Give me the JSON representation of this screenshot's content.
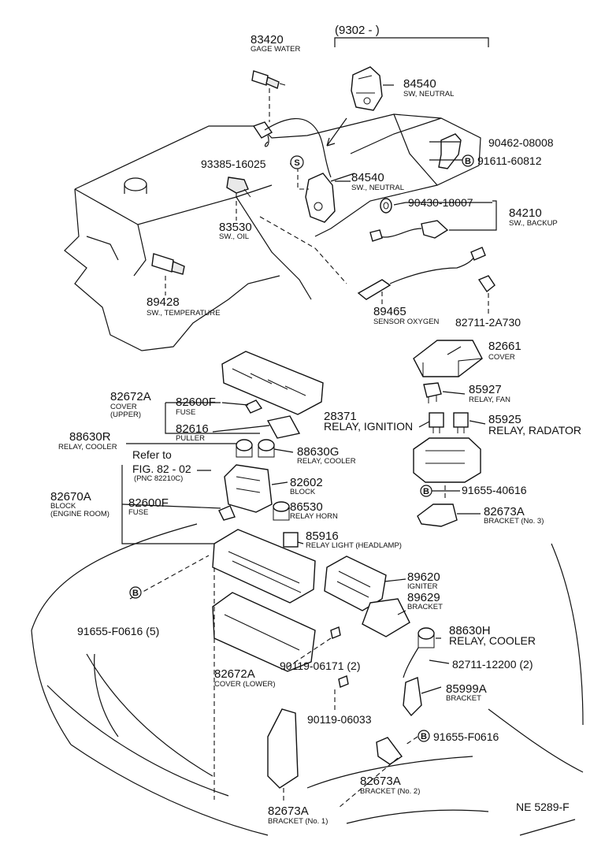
{
  "parts": [
    {
      "id": "p83420",
      "number": "83420",
      "desc": "GAGE WATER"
    },
    {
      "id": "p9302",
      "number": "(9302 -          )",
      "desc": ""
    },
    {
      "id": "p84540a",
      "number": "84540",
      "desc": "SW, NEUTRAL"
    },
    {
      "id": "p90462",
      "number": "90462-08008",
      "desc": ""
    },
    {
      "id": "p91611",
      "number": "91611-60812",
      "desc": ""
    },
    {
      "id": "p93385",
      "number": "93385-16025",
      "desc": ""
    },
    {
      "id": "p84540b",
      "number": "84540",
      "desc": "SW., NEUTRAL"
    },
    {
      "id": "p90430",
      "number": "90430-18007",
      "desc": ""
    },
    {
      "id": "p84210",
      "number": "84210",
      "desc": "SW., BACKUP"
    },
    {
      "id": "p83530",
      "number": "83530",
      "desc": "SW., OIL"
    },
    {
      "id": "p89428",
      "number": "89428",
      "desc": "SW., TEMPERATURE"
    },
    {
      "id": "p89465",
      "number": "89465",
      "desc": "SENSOR OXYGEN"
    },
    {
      "id": "p82711a",
      "number": "82711-2A730",
      "desc": ""
    },
    {
      "id": "p82661",
      "number": "82661",
      "desc": "COVER"
    },
    {
      "id": "p82672a",
      "number": "82672A",
      "desc": "COVER"
    },
    {
      "id": "p82672a_sub",
      "number": "",
      "desc": "(UPPER)"
    },
    {
      "id": "p82600f_a",
      "number": "82600F",
      "desc": "FUSE"
    },
    {
      "id": "p85927",
      "number": "85927",
      "desc": "RELAY, FAN"
    },
    {
      "id": "p28371",
      "number": "28371",
      "desc": "RELAY, IGNITION"
    },
    {
      "id": "p85925",
      "number": "85925",
      "desc": "RELAY, RADATOR"
    },
    {
      "id": "p82616",
      "number": "82616",
      "desc": "PULLER"
    },
    {
      "id": "p88630r",
      "number": "88630R",
      "desc": "RELAY, COOLER"
    },
    {
      "id": "p88630g",
      "number": "88630G",
      "desc": "RELAY, COOLER"
    },
    {
      "id": "p82602",
      "number": "82602",
      "desc": "BLOCK"
    },
    {
      "id": "p91655_40616",
      "number": "91655-40616",
      "desc": ""
    },
    {
      "id": "p82670a",
      "number": "82670A",
      "desc": "BLOCK"
    },
    {
      "id": "p82670a_sub",
      "number": "",
      "desc": "(ENGINE ROOM)"
    },
    {
      "id": "p82600f_b",
      "number": "82600F",
      "desc": "FUSE"
    },
    {
      "id": "p86530",
      "number": "86530",
      "desc": "RELAY HORN"
    },
    {
      "id": "p82673a_3",
      "number": "82673A",
      "desc": "BRACKET (No. 3)"
    },
    {
      "id": "p85916",
      "number": "85916",
      "desc": "RELAY LIGHT (HEADLAMP)"
    },
    {
      "id": "p89620",
      "number": "89620",
      "desc": "IGNITER"
    },
    {
      "id": "p89629",
      "number": "89629",
      "desc": "BRACKET"
    },
    {
      "id": "p91655_f0616_5",
      "number": "91655-F0616 (5)",
      "desc": ""
    },
    {
      "id": "p88630h",
      "number": "88630H",
      "desc": "RELAY, COOLER"
    },
    {
      "id": "p90119_06171",
      "number": "90119-06171 (2)",
      "desc": ""
    },
    {
      "id": "p82711_12200",
      "number": "82711-12200 (2)",
      "desc": ""
    },
    {
      "id": "p82672a_lower",
      "number": "82672A",
      "desc": "COVER (LOWER)"
    },
    {
      "id": "p85999a",
      "number": "85999A",
      "desc": "BRACKET"
    },
    {
      "id": "p90119_06033",
      "number": "90119-06033",
      "desc": ""
    },
    {
      "id": "p91655_f0616",
      "number": "91655-F0616",
      "desc": ""
    },
    {
      "id": "p82673a_2",
      "number": "82673A",
      "desc": "BRACKET (No. 2)"
    },
    {
      "id": "p82673a_1",
      "number": "82673A",
      "desc": "BRACKET (No. 1)"
    }
  ],
  "refer": {
    "line1": "Refer to",
    "line2": "FIG. 82 - 02",
    "line3": "(PNC 82210C)"
  },
  "circle_marks": {
    "s": "S",
    "b": "B"
  },
  "figure_code": "NE  5289-F"
}
